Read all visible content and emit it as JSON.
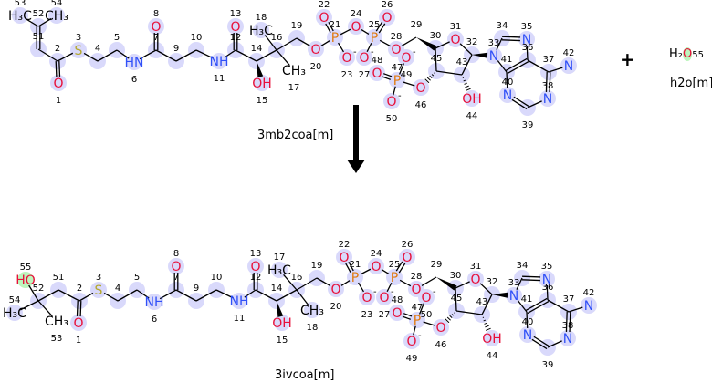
{
  "reaction": {
    "reactant_label": "3mb2coa[m]",
    "product_label": "3ivcoa[m]",
    "plus": "+",
    "water": {
      "formula_h": "H₂",
      "formula_o": "O",
      "num": "55",
      "label": "h2o[m]"
    }
  },
  "colors": {
    "highlight": "#d9d9fb",
    "changed_highlight": "#bdf5bd",
    "O": "#e8103a",
    "N": "#3050f8",
    "S": "#b4a82c",
    "P": "#e07a10",
    "C": "#000000"
  },
  "molecules": {
    "top": {
      "atoms": [
        {
          "n": "53",
          "t": "H₃C",
          "e": "C",
          "hl": true
        },
        {
          "n": "54",
          "t": "CH₃",
          "e": "C",
          "hl": true
        },
        {
          "n": "52",
          "t": "",
          "e": "C",
          "hl": true
        },
        {
          "n": "51",
          "t": "",
          "e": "C",
          "hl": true
        },
        {
          "n": "2",
          "t": "",
          "e": "C",
          "hl": true
        },
        {
          "n": "1",
          "t": "O",
          "e": "O",
          "hl": true
        },
        {
          "n": "3",
          "t": "S",
          "e": "S",
          "hl": true
        },
        {
          "n": "4",
          "t": "",
          "e": "C",
          "hl": true
        },
        {
          "n": "5",
          "t": "",
          "e": "C",
          "hl": true
        },
        {
          "n": "6",
          "t": "HN",
          "e": "N",
          "hl": true
        },
        {
          "n": "7",
          "t": "",
          "e": "C",
          "hl": true
        },
        {
          "n": "8",
          "t": "O",
          "e": "O",
          "hl": true
        },
        {
          "n": "9",
          "t": "",
          "e": "C",
          "hl": true
        },
        {
          "n": "10",
          "t": "",
          "e": "C",
          "hl": true
        },
        {
          "n": "11",
          "t": "NH",
          "e": "N",
          "hl": true
        },
        {
          "n": "12",
          "t": "",
          "e": "C",
          "hl": true
        },
        {
          "n": "13",
          "t": "O",
          "e": "O",
          "hl": true
        },
        {
          "n": "14",
          "t": "",
          "e": "C",
          "hl": true
        },
        {
          "n": "15",
          "t": "OH",
          "e": "O",
          "hl": true
        },
        {
          "n": "16",
          "t": "",
          "e": "C",
          "hl": true
        },
        {
          "n": "18",
          "t": "H₃C",
          "e": "C",
          "hl": true
        },
        {
          "n": "17",
          "t": "CH₃",
          "e": "C",
          "hl": false
        },
        {
          "n": "19",
          "t": "",
          "e": "C",
          "hl": true
        },
        {
          "n": "20",
          "t": "O",
          "e": "O",
          "hl": true
        },
        {
          "n": "21",
          "t": "P",
          "e": "P",
          "hl": true
        },
        {
          "n": "22",
          "t": "O",
          "e": "O",
          "hl": true
        },
        {
          "n": "23",
          "t": "O",
          "e": "O",
          "hl": true,
          "ch": "-"
        },
        {
          "n": "24",
          "t": "O",
          "e": "O",
          "hl": true
        },
        {
          "n": "25",
          "t": "P",
          "e": "P",
          "hl": true
        },
        {
          "n": "26",
          "t": "O",
          "e": "O",
          "hl": true
        },
        {
          "n": "27",
          "t": "O",
          "e": "O",
          "hl": true,
          "ch": "-"
        },
        {
          "n": "28",
          "t": "O",
          "e": "O",
          "hl": true
        },
        {
          "n": "29",
          "t": "",
          "e": "C",
          "hl": false
        },
        {
          "n": "30",
          "t": "",
          "e": "C",
          "hl": true
        },
        {
          "n": "31",
          "t": "O",
          "e": "O",
          "hl": true
        },
        {
          "n": "32",
          "t": "",
          "e": "C",
          "hl": true
        },
        {
          "n": "33",
          "t": "N",
          "e": "N",
          "hl": true
        },
        {
          "n": "34",
          "t": "",
          "e": "C",
          "hl": true
        },
        {
          "n": "35",
          "t": "N",
          "e": "N",
          "hl": true
        },
        {
          "n": "36",
          "t": "",
          "e": "C",
          "hl": true
        },
        {
          "n": "41",
          "t": "",
          "e": "C",
          "hl": true
        },
        {
          "n": "37",
          "t": "",
          "e": "C",
          "hl": true
        },
        {
          "n": "42",
          "t": "N",
          "e": "N",
          "hl": true
        },
        {
          "n": "38",
          "t": "N",
          "e": "N",
          "hl": true
        },
        {
          "n": "39",
          "t": "",
          "e": "C",
          "hl": true
        },
        {
          "n": "40",
          "t": "N",
          "e": "N",
          "hl": true
        },
        {
          "n": "43",
          "t": "",
          "e": "C",
          "hl": true
        },
        {
          "n": "44",
          "t": "OH",
          "e": "O",
          "hl": true
        },
        {
          "n": "45",
          "t": "",
          "e": "C",
          "hl": true
        },
        {
          "n": "46",
          "t": "O",
          "e": "O",
          "hl": true
        },
        {
          "n": "47",
          "t": "P",
          "e": "P",
          "hl": true
        },
        {
          "n": "48",
          "t": "O",
          "e": "O",
          "hl": true
        },
        {
          "n": "49",
          "t": "O",
          "e": "O",
          "hl": true,
          "ch": "-"
        },
        {
          "n": "50",
          "t": "O",
          "e": "O",
          "hl": true,
          "ch": "-"
        }
      ],
      "bonds": [
        [
          "53",
          "52",
          1
        ],
        [
          "54",
          "52",
          1
        ],
        [
          "52",
          "51",
          2
        ],
        [
          "51",
          "2",
          1
        ],
        [
          "2",
          "1",
          2
        ],
        [
          "2",
          "3",
          1
        ],
        [
          "3",
          "4",
          1
        ],
        [
          "4",
          "5",
          1
        ],
        [
          "5",
          "6",
          1
        ],
        [
          "6",
          "7",
          1
        ],
        [
          "7",
          "8",
          2
        ],
        [
          "7",
          "9",
          1
        ],
        [
          "9",
          "10",
          1
        ],
        [
          "10",
          "11",
          1
        ],
        [
          "11",
          "12",
          1
        ],
        [
          "12",
          "13",
          2
        ],
        [
          "12",
          "14",
          1
        ],
        [
          "14",
          "15",
          "w"
        ],
        [
          "14",
          "16",
          1
        ],
        [
          "16",
          "18",
          1
        ],
        [
          "16",
          "17",
          1
        ],
        [
          "16",
          "19",
          1
        ],
        [
          "19",
          "20",
          1
        ],
        [
          "20",
          "21",
          1
        ],
        [
          "21",
          "22",
          2
        ],
        [
          "21",
          "23",
          1
        ],
        [
          "21",
          "24",
          1
        ],
        [
          "24",
          "25",
          1
        ],
        [
          "25",
          "26",
          2
        ],
        [
          "25",
          "27",
          1
        ],
        [
          "25",
          "28",
          1
        ],
        [
          "28",
          "29",
          1
        ],
        [
          "29",
          "30",
          "w"
        ],
        [
          "30",
          "31",
          1
        ],
        [
          "31",
          "32",
          1
        ],
        [
          "32",
          "33",
          "w"
        ],
        [
          "32",
          "43",
          1
        ],
        [
          "43",
          "45",
          1
        ],
        [
          "45",
          "30",
          1
        ],
        [
          "43",
          "44",
          "h"
        ],
        [
          "45",
          "46",
          "h"
        ],
        [
          "46",
          "47",
          1
        ],
        [
          "47",
          "48",
          2
        ],
        [
          "47",
          "49",
          1
        ],
        [
          "47",
          "50",
          1
        ],
        [
          "33",
          "34",
          1
        ],
        [
          "34",
          "35",
          2
        ],
        [
          "35",
          "36",
          1
        ],
        [
          "36",
          "41",
          2
        ],
        [
          "41",
          "33",
          1
        ],
        [
          "36",
          "37",
          1
        ],
        [
          "37",
          "42",
          1
        ],
        [
          "37",
          "38",
          2
        ],
        [
          "38",
          "39",
          1
        ],
        [
          "39",
          "40",
          2
        ],
        [
          "40",
          "41",
          1
        ]
      ]
    },
    "bottom": {
      "atoms": [
        {
          "n": "55",
          "t": "HO",
          "e": "O",
          "hl": true,
          "changed": true
        },
        {
          "n": "54",
          "t": "H₃C",
          "e": "C",
          "hl": true
        },
        {
          "n": "53",
          "t": "CH₃",
          "e": "C",
          "hl": false
        },
        {
          "n": "52",
          "t": "",
          "e": "C",
          "hl": true
        },
        {
          "n": "51",
          "t": "",
          "e": "C",
          "hl": true
        },
        {
          "n": "2",
          "t": "",
          "e": "C",
          "hl": true
        },
        {
          "n": "1",
          "t": "O",
          "e": "O",
          "hl": true
        },
        {
          "n": "3",
          "t": "S",
          "e": "S",
          "hl": true
        },
        {
          "n": "4",
          "t": "",
          "e": "C",
          "hl": true
        },
        {
          "n": "5",
          "t": "",
          "e": "C",
          "hl": true
        },
        {
          "n": "6",
          "t": "NH",
          "e": "N",
          "hl": true
        },
        {
          "n": "7",
          "t": "",
          "e": "C",
          "hl": true
        },
        {
          "n": "8",
          "t": "O",
          "e": "O",
          "hl": true
        },
        {
          "n": "9",
          "t": "",
          "e": "C",
          "hl": true
        },
        {
          "n": "10",
          "t": "",
          "e": "C",
          "hl": true
        },
        {
          "n": "11",
          "t": "NH",
          "e": "N",
          "hl": true
        },
        {
          "n": "12",
          "t": "",
          "e": "C",
          "hl": true
        },
        {
          "n": "13",
          "t": "O",
          "e": "O",
          "hl": true
        },
        {
          "n": "14",
          "t": "",
          "e": "C",
          "hl": true
        },
        {
          "n": "15",
          "t": "OH",
          "e": "O",
          "hl": true
        },
        {
          "n": "16",
          "t": "",
          "e": "C",
          "hl": true
        },
        {
          "n": "17",
          "t": "H₃C",
          "e": "C",
          "hl": true
        },
        {
          "n": "18",
          "t": "CH₃",
          "e": "C",
          "hl": true
        },
        {
          "n": "19",
          "t": "",
          "e": "C",
          "hl": true
        },
        {
          "n": "20",
          "t": "O",
          "e": "O",
          "hl": true
        },
        {
          "n": "21",
          "t": "P",
          "e": "P",
          "hl": true
        },
        {
          "n": "22",
          "t": "O",
          "e": "O",
          "hl": true
        },
        {
          "n": "23",
          "t": "O",
          "e": "O",
          "hl": true,
          "ch": "-"
        },
        {
          "n": "24",
          "t": "O",
          "e": "O",
          "hl": true
        },
        {
          "n": "25",
          "t": "P",
          "e": "P",
          "hl": true
        },
        {
          "n": "26",
          "t": "O",
          "e": "O",
          "hl": true
        },
        {
          "n": "27",
          "t": "O",
          "e": "O",
          "hl": true,
          "ch": "-"
        },
        {
          "n": "28",
          "t": "O",
          "e": "O",
          "hl": true
        },
        {
          "n": "29",
          "t": "",
          "e": "C",
          "hl": false
        },
        {
          "n": "30",
          "t": "",
          "e": "C",
          "hl": true
        },
        {
          "n": "31",
          "t": "O",
          "e": "O",
          "hl": true
        },
        {
          "n": "32",
          "t": "",
          "e": "C",
          "hl": true
        },
        {
          "n": "33",
          "t": "N",
          "e": "N",
          "hl": true
        },
        {
          "n": "34",
          "t": "",
          "e": "C",
          "hl": true
        },
        {
          "n": "35",
          "t": "N",
          "e": "N",
          "hl": true
        },
        {
          "n": "36",
          "t": "",
          "e": "C",
          "hl": true
        },
        {
          "n": "41",
          "t": "",
          "e": "C",
          "hl": true
        },
        {
          "n": "37",
          "t": "",
          "e": "C",
          "hl": true
        },
        {
          "n": "42",
          "t": "N",
          "e": "N",
          "hl": true
        },
        {
          "n": "38",
          "t": "N",
          "e": "N",
          "hl": true
        },
        {
          "n": "39",
          "t": "",
          "e": "C",
          "hl": true
        },
        {
          "n": "40",
          "t": "N",
          "e": "N",
          "hl": true
        },
        {
          "n": "43",
          "t": "",
          "e": "C",
          "hl": true
        },
        {
          "n": "44",
          "t": "OH",
          "e": "O",
          "hl": true
        },
        {
          "n": "45",
          "t": "",
          "e": "C",
          "hl": true
        },
        {
          "n": "46",
          "t": "O",
          "e": "O",
          "hl": true
        },
        {
          "n": "47",
          "t": "P",
          "e": "P",
          "hl": true
        },
        {
          "n": "48",
          "t": "O",
          "e": "O",
          "hl": true
        },
        {
          "n": "50",
          "t": "O",
          "e": "O",
          "hl": true,
          "ch": "-"
        },
        {
          "n": "49",
          "t": "O",
          "e": "O",
          "hl": true,
          "ch": "-"
        }
      ],
      "bonds": [
        [
          "55",
          "52",
          1
        ],
        [
          "54",
          "52",
          1
        ],
        [
          "53",
          "52",
          1
        ],
        [
          "52",
          "51",
          1
        ],
        [
          "51",
          "2",
          1
        ],
        [
          "2",
          "1",
          2
        ],
        [
          "2",
          "3",
          1
        ],
        [
          "3",
          "4",
          1
        ],
        [
          "4",
          "5",
          1
        ],
        [
          "5",
          "6",
          1
        ],
        [
          "6",
          "7",
          1
        ],
        [
          "7",
          "8",
          2
        ],
        [
          "7",
          "9",
          1
        ],
        [
          "9",
          "10",
          1
        ],
        [
          "10",
          "11",
          1
        ],
        [
          "11",
          "12",
          1
        ],
        [
          "12",
          "13",
          2
        ],
        [
          "12",
          "14",
          1
        ],
        [
          "14",
          "15",
          "w"
        ],
        [
          "14",
          "16",
          1
        ],
        [
          "16",
          "18",
          1
        ],
        [
          "16",
          "17",
          1
        ],
        [
          "16",
          "19",
          1
        ],
        [
          "19",
          "20",
          1
        ],
        [
          "20",
          "21",
          1
        ],
        [
          "21",
          "22",
          2
        ],
        [
          "21",
          "23",
          1
        ],
        [
          "21",
          "24",
          1
        ],
        [
          "24",
          "25",
          1
        ],
        [
          "25",
          "26",
          2
        ],
        [
          "25",
          "27",
          1
        ],
        [
          "25",
          "28",
          1
        ],
        [
          "28",
          "29",
          1
        ],
        [
          "29",
          "30",
          "w"
        ],
        [
          "30",
          "31",
          1
        ],
        [
          "31",
          "32",
          1
        ],
        [
          "32",
          "33",
          "w"
        ],
        [
          "32",
          "43",
          1
        ],
        [
          "43",
          "45",
          1
        ],
        [
          "45",
          "30",
          1
        ],
        [
          "43",
          "44",
          "h"
        ],
        [
          "45",
          "46",
          "h"
        ],
        [
          "46",
          "47",
          1
        ],
        [
          "47",
          "48",
          2
        ],
        [
          "47",
          "49",
          1
        ],
        [
          "47",
          "50",
          1
        ],
        [
          "33",
          "34",
          1
        ],
        [
          "34",
          "35",
          2
        ],
        [
          "35",
          "36",
          1
        ],
        [
          "36",
          "41",
          2
        ],
        [
          "41",
          "33",
          1
        ],
        [
          "36",
          "37",
          1
        ],
        [
          "37",
          "42",
          1
        ],
        [
          "37",
          "38",
          2
        ],
        [
          "38",
          "39",
          1
        ],
        [
          "39",
          "40",
          2
        ],
        [
          "40",
          "41",
          1
        ]
      ]
    }
  }
}
